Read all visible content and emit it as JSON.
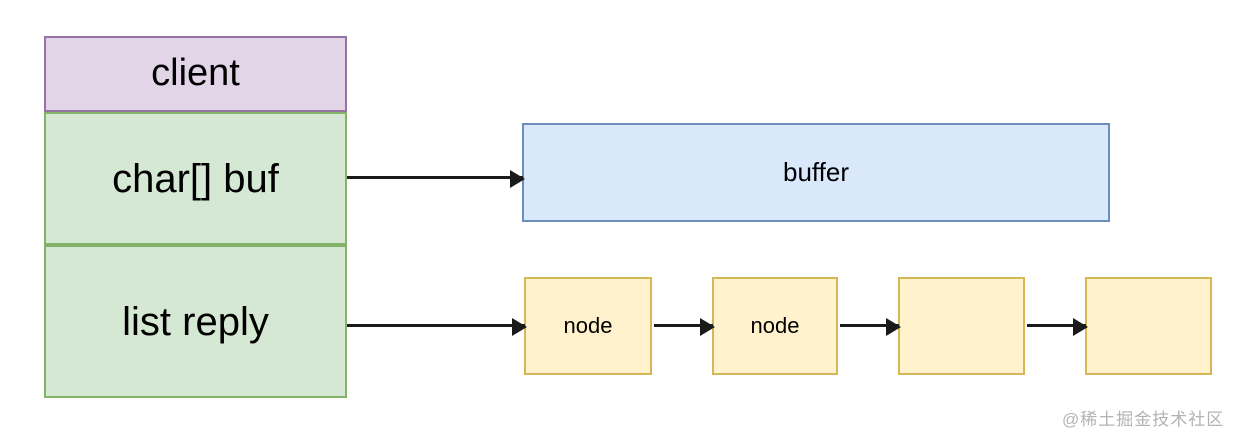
{
  "diagram": {
    "title": "client struct pointing to buffer and reply list",
    "background": "#ffffff"
  },
  "client_struct": {
    "header": {
      "label": "client",
      "fill": "#e1d5e7",
      "stroke": "#9673a6"
    },
    "fields": [
      {
        "label": "char[] buf",
        "fill": "#d5e8d4",
        "stroke": "#82b366"
      },
      {
        "label": "list reply",
        "fill": "#d5e8d4",
        "stroke": "#82b366"
      }
    ]
  },
  "buffer": {
    "label": "buffer",
    "fill": "#dae8fc",
    "stroke": "#6c8ebf"
  },
  "reply_list": {
    "fill": "#fff2cc",
    "stroke": "#d6b656",
    "nodes": [
      {
        "label": "node"
      },
      {
        "label": "node"
      },
      {
        "label": ""
      },
      {
        "label": ""
      }
    ]
  },
  "connections": [
    {
      "from": "char[] buf",
      "to": "buffer",
      "label": ""
    },
    {
      "from": "list reply",
      "to": "node-1",
      "label": ""
    },
    {
      "from": "node-1",
      "to": "node-2",
      "label": ""
    },
    {
      "from": "node-2",
      "to": "node-3",
      "label": ""
    },
    {
      "from": "node-3",
      "to": "node-4",
      "label": ""
    }
  ],
  "watermark": {
    "text": "@稀土掘金技术社区",
    "color": "#b3b3b3"
  }
}
